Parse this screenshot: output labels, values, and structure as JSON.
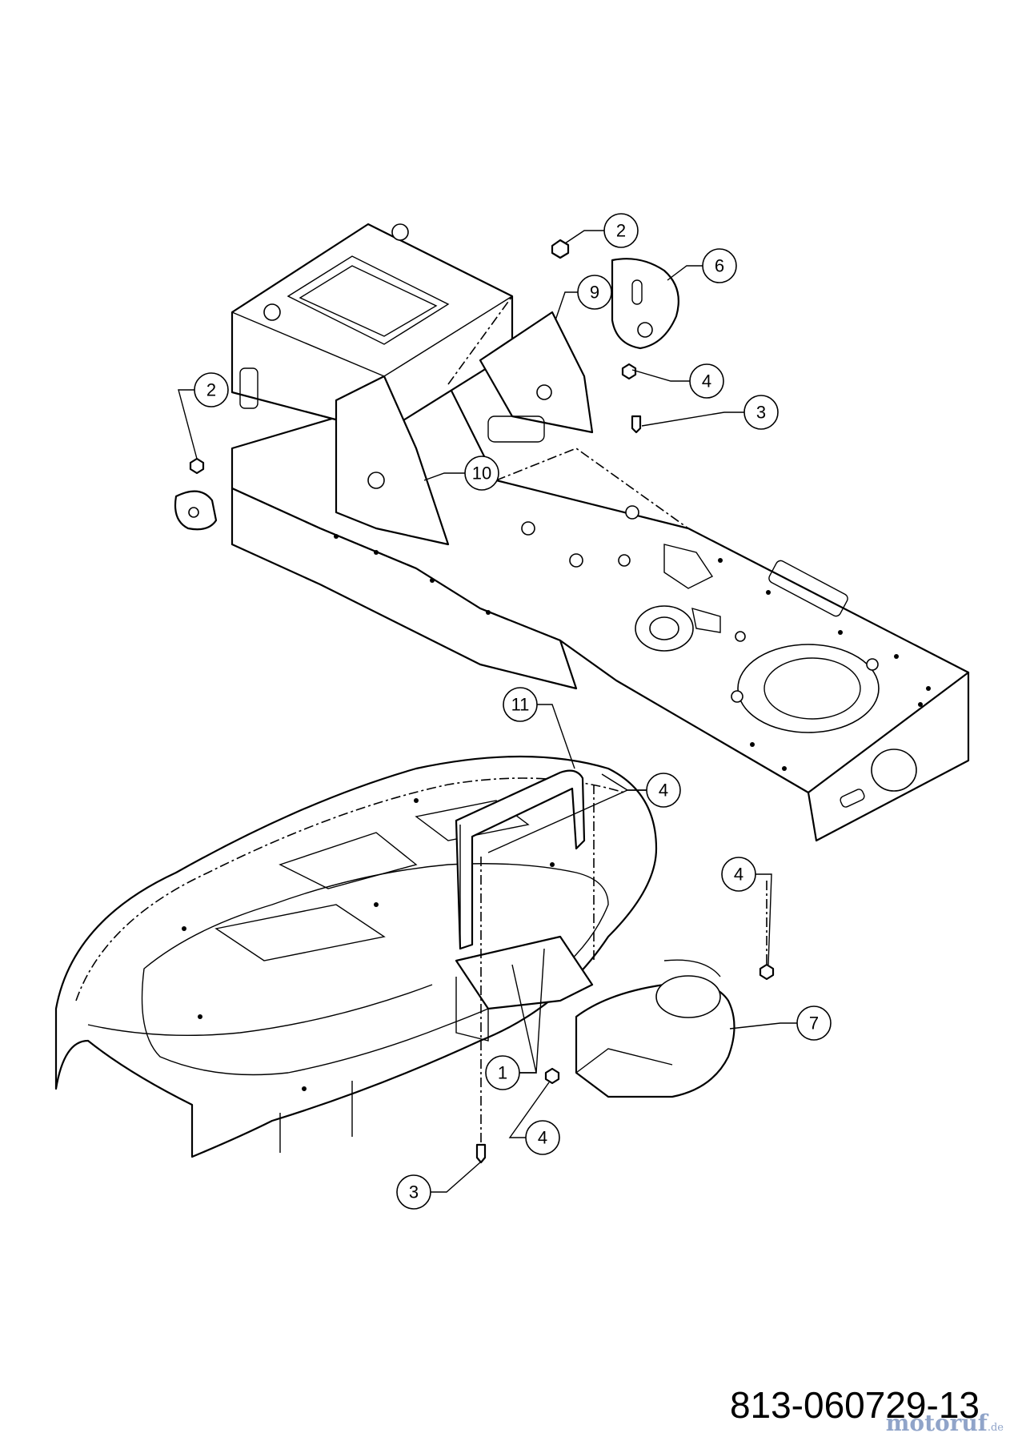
{
  "diagram": {
    "reference_number": "813-060729-13",
    "watermark": {
      "name": "motoruf",
      "tld": ".de",
      "color": "#6b86b8"
    },
    "callouts": [
      {
        "id": "c2a",
        "label": "2"
      },
      {
        "id": "c6",
        "label": "6"
      },
      {
        "id": "c9",
        "label": "9"
      },
      {
        "id": "c4a",
        "label": "4"
      },
      {
        "id": "c3a",
        "label": "3"
      },
      {
        "id": "c2b",
        "label": "2"
      },
      {
        "id": "c10",
        "label": "10"
      },
      {
        "id": "c11",
        "label": "11"
      },
      {
        "id": "c4b",
        "label": "4"
      },
      {
        "id": "c4c",
        "label": "4"
      },
      {
        "id": "c7",
        "label": "7"
      },
      {
        "id": "c1",
        "label": "1"
      },
      {
        "id": "c4d",
        "label": "4"
      },
      {
        "id": "c3b",
        "label": "3"
      }
    ]
  }
}
